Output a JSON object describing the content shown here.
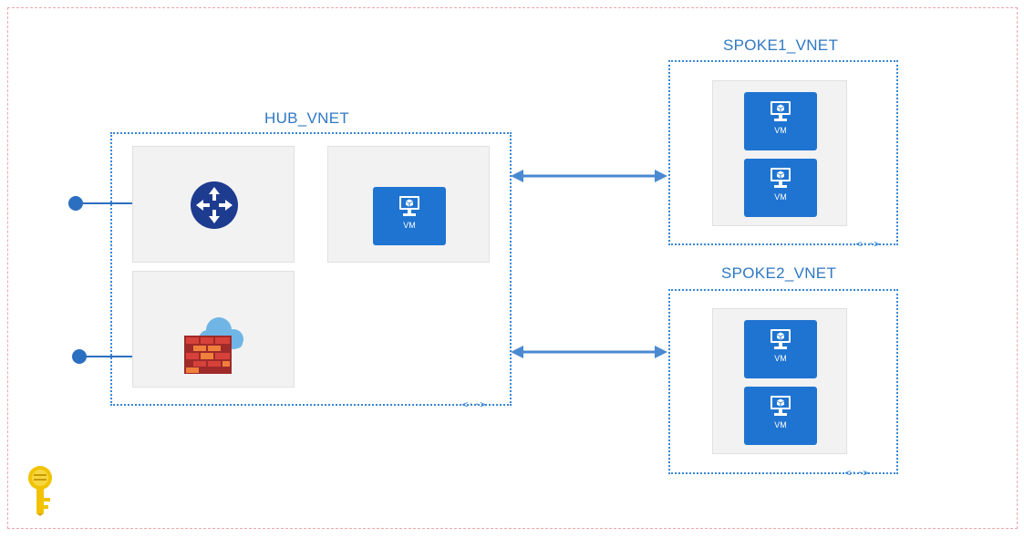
{
  "diagram": {
    "hub": {
      "title": "HUB_VNET",
      "vm_label": "VM"
    },
    "spoke1": {
      "title": "SPOKE1_VNET",
      "vm_labels": [
        "VM",
        "VM"
      ]
    },
    "spoke2": {
      "title": "SPOKE2_VNET",
      "vm_labels": [
        "VM",
        "VM"
      ]
    },
    "peering_symbol": "<··>",
    "icons": [
      "router-icon",
      "firewall-icon",
      "vm-icon",
      "key-icon",
      "peering-icon"
    ],
    "colors": {
      "vnet_border": "#3a86d4",
      "title": "#2f78c4",
      "vm_fill": "#1f74d1",
      "router_fill": "#1d3b8f",
      "arrow": "#4a8ad0",
      "outer_border": "#f0a8a8",
      "key": "#f2c200"
    }
  }
}
